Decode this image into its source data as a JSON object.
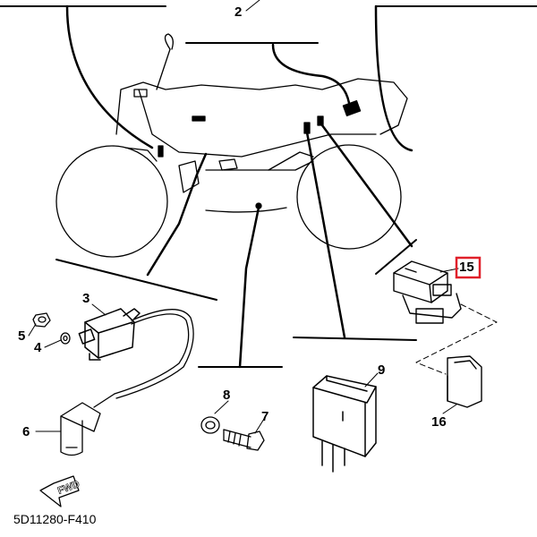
{
  "callouts": {
    "n2": "2",
    "n3": "3",
    "n4": "4",
    "n5": "5",
    "n6": "6",
    "n7": "7",
    "n8": "8",
    "n9": "9",
    "n15": "15",
    "n16": "16"
  },
  "highlighted_callout": "15",
  "highlight_color": "#e0202a",
  "fwd_label": "FWD",
  "drawing_code": "5D11280-F410"
}
